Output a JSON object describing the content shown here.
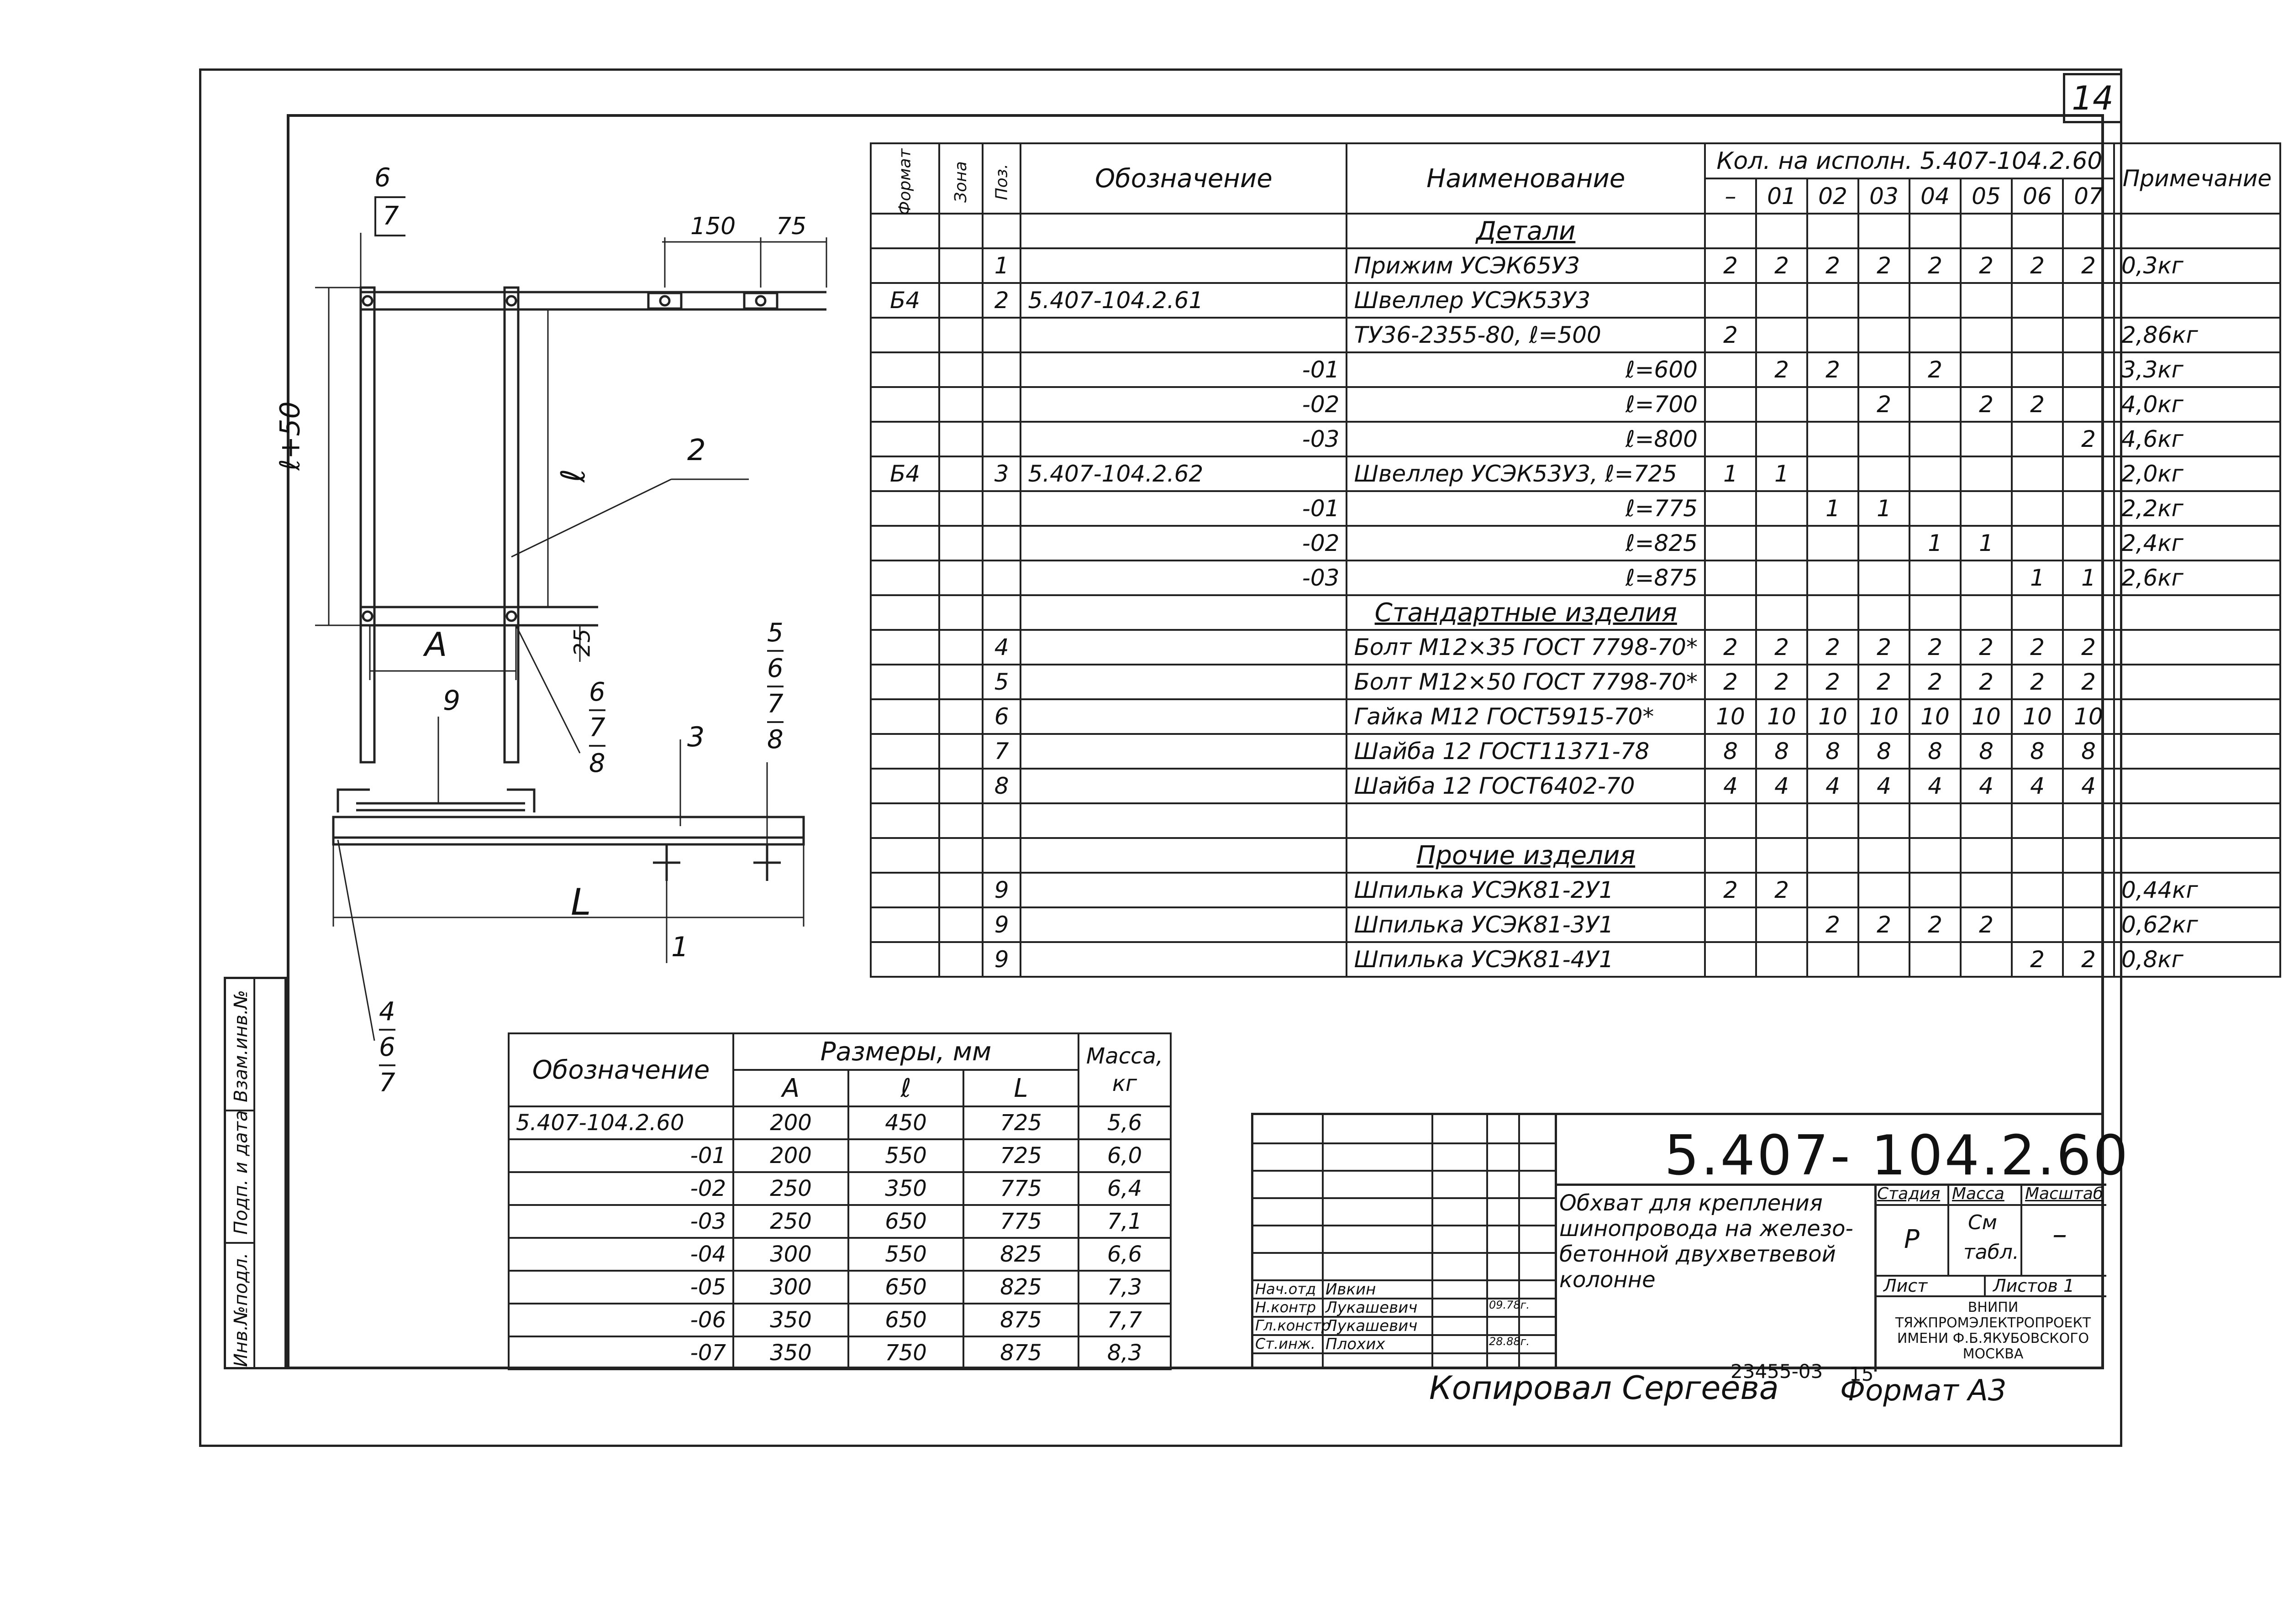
{
  "sheet": {
    "number": "14"
  },
  "side_stamp": {
    "labels": [
      "Инв.№подл.",
      "Подп. и дата",
      "Взам.инв.№"
    ]
  },
  "spec_table": {
    "headers": {
      "format": "Формат",
      "zone": "Зона",
      "pos": "Поз.",
      "designation": "Обозначение",
      "name": "Наименование",
      "qty_group": "Кол. на исполн. 5.407-104.2.60",
      "note": "Примечание"
    },
    "variants": [
      "–",
      "01",
      "02",
      "03",
      "04",
      "05",
      "06",
      "07"
    ],
    "rows": [
      {
        "section": "Детали"
      },
      {
        "format": "",
        "pos": "1",
        "designation": "",
        "name": "Прижим УСЭК65У3",
        "qty": [
          "2",
          "2",
          "2",
          "2",
          "2",
          "2",
          "2",
          "2"
        ],
        "note": "0,3кг"
      },
      {
        "format": "Б4",
        "pos": "2",
        "designation": "5.407-104.2.61",
        "name": "Швеллер УСЭК53У3",
        "qty": [
          "",
          "",
          "",
          "",
          "",
          "",
          "",
          ""
        ],
        "note": ""
      },
      {
        "format": "",
        "pos": "",
        "designation": "",
        "name": "ТУ36-2355-80,  ℓ=500",
        "qty": [
          "2",
          "",
          "",
          "",
          "",
          "",
          "",
          ""
        ],
        "note": "2,86кг"
      },
      {
        "format": "",
        "pos": "",
        "designation": "-01",
        "name": "ℓ=600",
        "qty": [
          "",
          "2",
          "2",
          "",
          "2",
          "",
          "",
          ""
        ],
        "note": "3,3кг"
      },
      {
        "format": "",
        "pos": "",
        "designation": "-02",
        "name": "ℓ=700",
        "qty": [
          "",
          "",
          "",
          "2",
          "",
          "2",
          "2",
          ""
        ],
        "note": "4,0кг"
      },
      {
        "format": "",
        "pos": "",
        "designation": "-03",
        "name": "ℓ=800",
        "qty": [
          "",
          "",
          "",
          "",
          "",
          "",
          "",
          "2"
        ],
        "note": "4,6кг"
      },
      {
        "format": "Б4",
        "pos": "3",
        "designation": "5.407-104.2.62",
        "name": "Швеллер УСЭК53У3, ℓ=725",
        "qty": [
          "1",
          "1",
          "",
          "",
          "",
          "",
          "",
          ""
        ],
        "note": "2,0кг"
      },
      {
        "format": "",
        "pos": "",
        "designation": "-01",
        "name": "ℓ=775",
        "qty": [
          "",
          "",
          "1",
          "1",
          "",
          "",
          "",
          ""
        ],
        "note": "2,2кг"
      },
      {
        "format": "",
        "pos": "",
        "designation": "-02",
        "name": "ℓ=825",
        "qty": [
          "",
          "",
          "",
          "",
          "1",
          "1",
          "",
          ""
        ],
        "note": "2,4кг"
      },
      {
        "format": "",
        "pos": "",
        "designation": "-03",
        "name": "ℓ=875",
        "qty": [
          "",
          "",
          "",
          "",
          "",
          "",
          "1",
          "1"
        ],
        "note": "2,6кг"
      },
      {
        "section": "Стандартные изделия"
      },
      {
        "format": "",
        "pos": "4",
        "designation": "",
        "name": "Болт М12×35 ГОСТ 7798-70*",
        "qty": [
          "2",
          "2",
          "2",
          "2",
          "2",
          "2",
          "2",
          "2"
        ],
        "note": ""
      },
      {
        "format": "",
        "pos": "5",
        "designation": "",
        "name": "Болт М12×50 ГОСТ 7798-70*",
        "qty": [
          "2",
          "2",
          "2",
          "2",
          "2",
          "2",
          "2",
          "2"
        ],
        "note": ""
      },
      {
        "format": "",
        "pos": "6",
        "designation": "",
        "name": "Гайка М12 ГОСТ5915-70*",
        "qty": [
          "10",
          "10",
          "10",
          "10",
          "10",
          "10",
          "10",
          "10"
        ],
        "note": ""
      },
      {
        "format": "",
        "pos": "7",
        "designation": "",
        "name": "Шайба 12 ГОСТ11371-78",
        "qty": [
          "8",
          "8",
          "8",
          "8",
          "8",
          "8",
          "8",
          "8"
        ],
        "note": ""
      },
      {
        "format": "",
        "pos": "8",
        "designation": "",
        "name": "Шайба 12 ГОСТ6402-70",
        "qty": [
          "4",
          "4",
          "4",
          "4",
          "4",
          "4",
          "4",
          "4"
        ],
        "note": ""
      },
      {
        "format": "",
        "pos": "",
        "designation": "",
        "name": "",
        "qty": [
          "",
          "",
          "",
          "",
          "",
          "",
          "",
          ""
        ],
        "note": ""
      },
      {
        "section": "Прочие изделия"
      },
      {
        "format": "",
        "pos": "9",
        "designation": "",
        "name": "Шпилька УСЭК81-2У1",
        "qty": [
          "2",
          "2",
          "",
          "",
          "",
          "",
          "",
          ""
        ],
        "note": "0,44кг"
      },
      {
        "format": "",
        "pos": "9",
        "designation": "",
        "name": "Шпилька УСЭК81-3У1",
        "qty": [
          "",
          "",
          "2",
          "2",
          "2",
          "2",
          "",
          ""
        ],
        "note": "0,62кг"
      },
      {
        "format": "",
        "pos": "9",
        "designation": "",
        "name": "Шпилька УСЭК81-4У1",
        "qty": [
          "",
          "",
          "",
          "",
          "",
          "",
          "2",
          "2"
        ],
        "note": "0,8кг"
      }
    ]
  },
  "dims_table": {
    "headers": {
      "designation": "Обозначение",
      "sizes": "Размеры, мм",
      "a": "A",
      "l_small": "ℓ",
      "l_big": "L",
      "mass": "Масса, кг"
    },
    "rows": [
      {
        "designation": "5.407-104.2.60",
        "a": "200",
        "l": "450",
        "L": "725",
        "mass": "5,6"
      },
      {
        "designation": "-01",
        "a": "200",
        "l": "550",
        "L": "725",
        "mass": "6,0"
      },
      {
        "designation": "-02",
        "a": "250",
        "l": "350",
        "L": "775",
        "mass": "6,4"
      },
      {
        "designation": "-03",
        "a": "250",
        "l": "650",
        "L": "775",
        "mass": "7,1"
      },
      {
        "designation": "-04",
        "a": "300",
        "l": "550",
        "L": "825",
        "mass": "6,6"
      },
      {
        "designation": "-05",
        "a": "300",
        "l": "650",
        "L": "825",
        "mass": "7,3"
      },
      {
        "designation": "-06",
        "a": "350",
        "l": "650",
        "L": "875",
        "mass": "7,7"
      },
      {
        "designation": "-07",
        "a": "350",
        "l": "750",
        "L": "875",
        "mass": "8,3"
      }
    ]
  },
  "title_block": {
    "document_code": "5.407- 104.2.60",
    "title": "Обхват для крепления шинопровода на железобетонной двухветвевой колонне",
    "title_lines": [
      "Обхват для крепления",
      "шинопровода на железо-",
      "бетонной двухветвевой",
      "колонне"
    ],
    "stage_label": "Стадия",
    "mass_label": "Масса",
    "scale_label": "Масштаб",
    "stage_value": "Р",
    "mass_value_1": "См",
    "mass_value_2": "табл.",
    "scale_value": "–",
    "sheet_label": "Лист",
    "sheets_label": "Листов 1",
    "org_lines": [
      "ВНИПИ",
      "ТЯЖПРОМЭЛЕКТРОПРОЕКТ",
      "ИМЕНИ Ф.Б.ЯКУБОВСКОГО",
      "МОСКВА"
    ],
    "signatures": [
      {
        "role": "Нач.отд",
        "name": "Ивкин",
        "date": ""
      },
      {
        "role": "Н.контр",
        "name": "Лукашевич",
        "date": "09.78г."
      },
      {
        "role": "Гл.констр",
        "name": "Лукашевич",
        "date": ""
      },
      {
        "role": "Ст.инж.",
        "name": "Плохих",
        "date": "28.88г."
      }
    ]
  },
  "footer": {
    "copied_by": "Копировал Сергеева",
    "order_number": "23455-03",
    "order_suffix": "15",
    "format": "Формат А3"
  },
  "drawing_labels": {
    "top_dims": [
      "150",
      "75"
    ],
    "height_dim": "ℓ+50",
    "inner_dim": "ℓ",
    "width_dim": "A",
    "gap_dim": "25",
    "length_dim": "L",
    "callout_2": "2",
    "callout_3": "3",
    "callout_1": "1",
    "callout_9": "9",
    "stack_6_7_top": [
      "6",
      "7"
    ],
    "stack_6_7_8": [
      "6",
      "7",
      "8"
    ],
    "stack_5_6_7_8": [
      "5",
      "6",
      "7",
      "8"
    ],
    "stack_4_6_7": [
      "4",
      "6",
      "7"
    ]
  }
}
